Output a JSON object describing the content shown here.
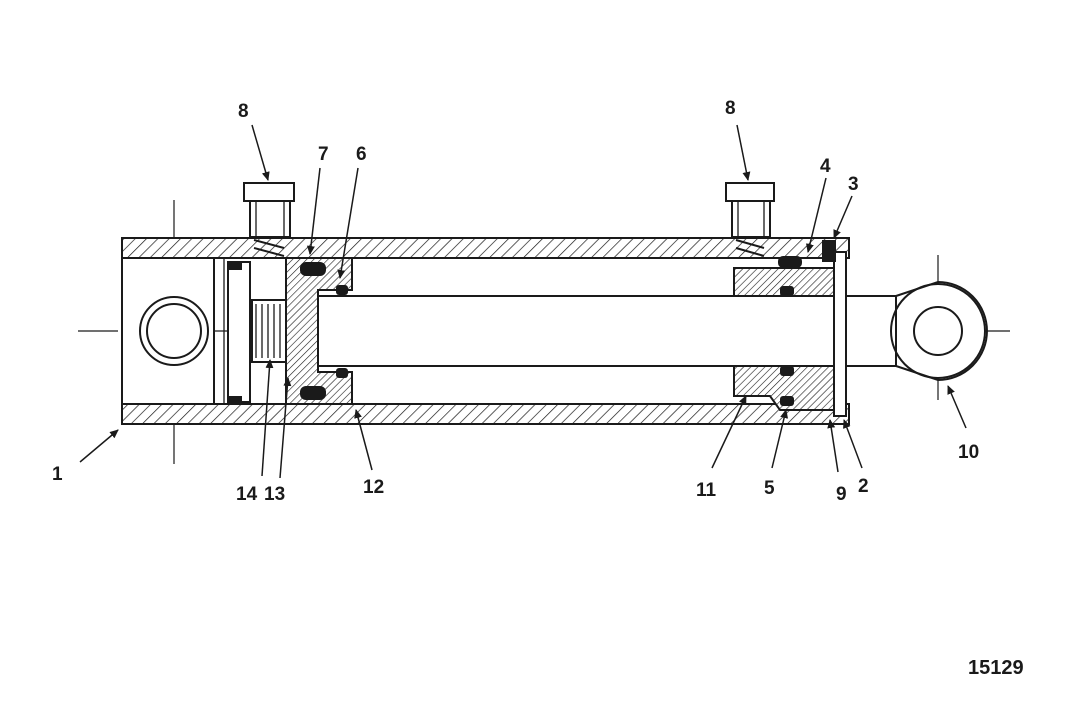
{
  "diagram": {
    "callouts": [
      "1",
      "2",
      "3",
      "4",
      "5",
      "6",
      "7",
      "8",
      "8",
      "9",
      "10",
      "11",
      "12",
      "13",
      "14"
    ],
    "figure_number": "15129"
  }
}
